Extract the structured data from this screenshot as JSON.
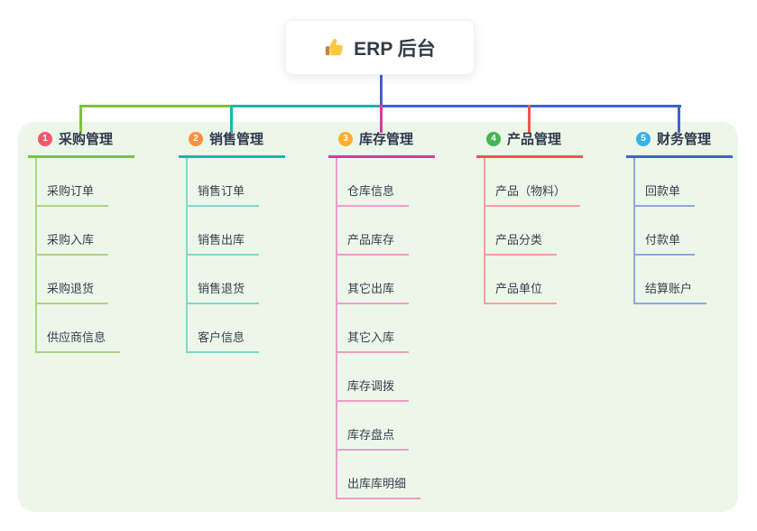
{
  "root": {
    "label": "ERP 后台",
    "icon": "thumbs-up-icon",
    "icon_colors": {
      "hand": "#fbc93d",
      "cuff": "#c98135"
    }
  },
  "canvas": {
    "panel_bg": "#edf7e9",
    "stem_color": "#4a61d2",
    "text_color": "#2e3a4d"
  },
  "branches": [
    {
      "badge": "1",
      "label": "采购管理",
      "badge_color": "#f7566e",
      "line_color": "#7cc23e",
      "child_line_color": "#aed581",
      "children": [
        "采购订单",
        "采购入库",
        "采购退货",
        "供应商信息"
      ]
    },
    {
      "badge": "2",
      "label": "销售管理",
      "badge_color": "#fd8f43",
      "line_color": "#14b8aa",
      "child_line_color": "#7fd8ce",
      "children": [
        "销售订单",
        "销售出库",
        "销售退货",
        "客户信息"
      ]
    },
    {
      "badge": "3",
      "label": "库存管理",
      "badge_color": "#feae2a",
      "line_color": "#d93a9e",
      "child_line_color": "#f09cca",
      "children": [
        "仓库信息",
        "产品库存",
        "其它出库",
        "其它入库",
        "库存调拨",
        "库存盘点",
        "出库库明细"
      ]
    },
    {
      "badge": "4",
      "label": "产品管理",
      "badge_color": "#45b654",
      "line_color": "#f55352",
      "child_line_color": "#f89f9b",
      "children": [
        "产品（物料）",
        "产品分类",
        "产品单位"
      ]
    },
    {
      "badge": "5",
      "label": "财务管理",
      "badge_color": "#38b2e8",
      "line_color": "#3e63cd",
      "child_line_color": "#8fa7e2",
      "children": [
        "回款单",
        "付款单",
        "结算账户"
      ]
    }
  ]
}
